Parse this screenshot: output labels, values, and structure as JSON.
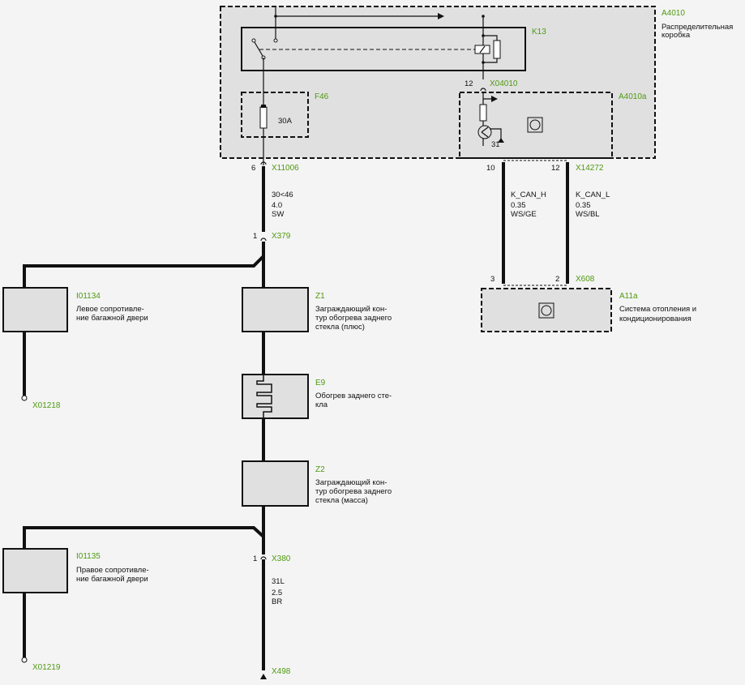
{
  "components": {
    "a4010": {
      "id": "A4010",
      "desc": [
        "Распределительная",
        "коробка"
      ]
    },
    "k13": {
      "id": "K13"
    },
    "f46": {
      "id": "F46",
      "rating": "30A"
    },
    "a4010a": {
      "id": "A4010a",
      "ground_pin": "31"
    },
    "a11a": {
      "id": "A11a",
      "desc": [
        "Система отопления и",
        "кондиционирования"
      ]
    },
    "i01134": {
      "id": "I01134",
      "desc": [
        "Левое сопротивле-",
        "ние багажной двери"
      ]
    },
    "i01135": {
      "id": "I01135",
      "desc": [
        "Правое сопротивле-",
        "ние багажной двери"
      ]
    },
    "z1": {
      "id": "Z1",
      "desc": [
        "Заграждающий кон-",
        "тур обогрева заднего",
        "стекла (плюс)"
      ]
    },
    "e9": {
      "id": "E9",
      "desc": [
        "Обогрев заднего сте-",
        "кла"
      ]
    },
    "z2": {
      "id": "Z2",
      "desc": [
        "Заграждающий кон-",
        "тур обогрева заднего",
        "стекла (масса)"
      ]
    }
  },
  "connectors": {
    "x04010": {
      "id": "X04010",
      "pin": "12"
    },
    "x11006": {
      "id": "X11006",
      "pin": "6"
    },
    "x14272": {
      "id": "X14272",
      "pin_h": "10",
      "pin_l": "12"
    },
    "x379": {
      "id": "X379",
      "pin": "1"
    },
    "x608": {
      "id": "X608",
      "pin_h": "3",
      "pin_l": "2"
    },
    "x380": {
      "id": "X380",
      "pin": "1"
    },
    "x01218": {
      "id": "X01218"
    },
    "x01219": {
      "id": "X01219"
    },
    "x498": {
      "id": "X498"
    }
  },
  "wires": {
    "main": [
      "30<46",
      "4.0",
      "SW"
    ],
    "can_h": [
      "K_CAN_H",
      "0.35",
      "WS/GE"
    ],
    "can_l": [
      "K_CAN_L",
      "0.35",
      "WS/BL"
    ],
    "ground": [
      "31L",
      "2.5",
      "BR"
    ]
  }
}
